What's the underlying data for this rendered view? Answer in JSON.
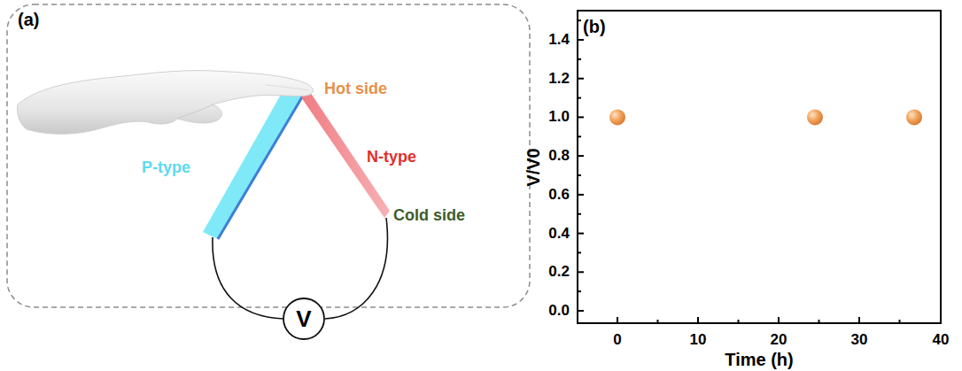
{
  "diagram": {
    "nodes": [
      {
        "text": [
          "V"
        ]
      }
    ],
    "labels": [
      "(a)",
      "Hot side",
      "P-type",
      "N-type",
      "Cold side",
      "(b)",
      "0.0",
      "0.2",
      "0.4",
      "0.6",
      "0.8",
      "1.0",
      "1.2",
      "1.4",
      "0",
      "10",
      "20",
      "30",
      "40",
      "V/V0",
      "Time (h)"
    ]
  }
}
